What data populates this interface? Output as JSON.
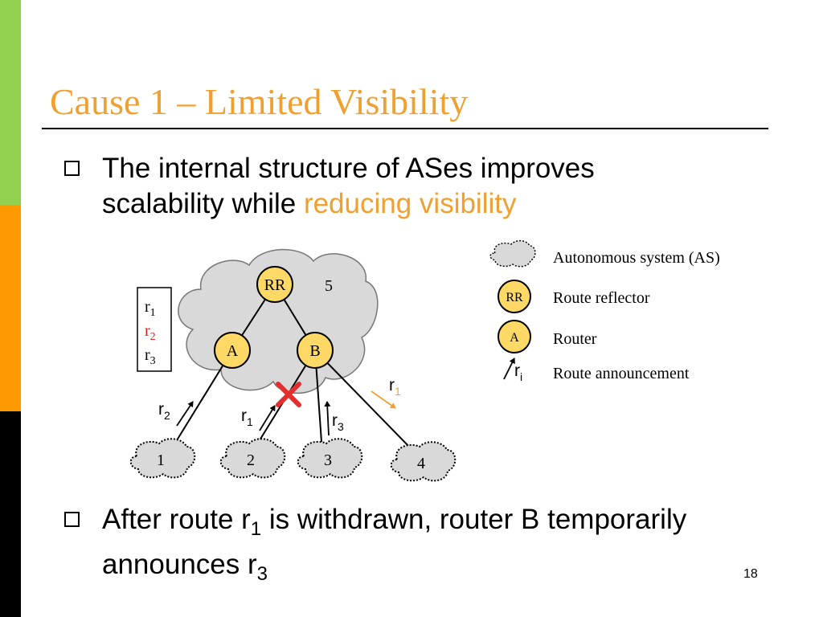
{
  "title": "Cause 1 – Limited Visibility",
  "bullets": [
    {
      "line1": "The internal structure of ASes improves",
      "line2_plain": "scalability while ",
      "line2_highlight": "reducing visibility"
    },
    {
      "line1_pre": "After route r",
      "line1_sub": "1",
      "line1_post": " is withdrawn, router B temporarily",
      "line2_pre": "announces r",
      "line2_sub": "3"
    }
  ],
  "diagram": {
    "as_label": "5",
    "routers": {
      "rr": "RR",
      "a": "A",
      "b": "B"
    },
    "neighbor_as": [
      "1",
      "2",
      "3",
      "4"
    ],
    "route_list": [
      {
        "base": "r",
        "sub": "1",
        "color": "#000000"
      },
      {
        "base": "r",
        "sub": "2",
        "color": "#e02020"
      },
      {
        "base": "r",
        "sub": "3",
        "color": "#000000"
      }
    ],
    "announcements": [
      {
        "base": "r",
        "sub": "2"
      },
      {
        "base": "r",
        "sub": "1"
      },
      {
        "base": "r",
        "sub": "3"
      },
      {
        "base": "r",
        "sub": "1"
      }
    ]
  },
  "legend": {
    "as_label": "Autonomous system (AS)",
    "rr_icon": "RR",
    "rr_label": "Route reflector",
    "router_icon": "A",
    "router_label": "Router",
    "ann_base": "r",
    "ann_sub": "i",
    "ann_label": "Route announcement"
  },
  "colors": {
    "accent": "#f0a030",
    "router_fill": "#ffd966",
    "cloud_fill": "#d9d9d9",
    "withdraw_x": "#e03030"
  },
  "page_number": "18"
}
